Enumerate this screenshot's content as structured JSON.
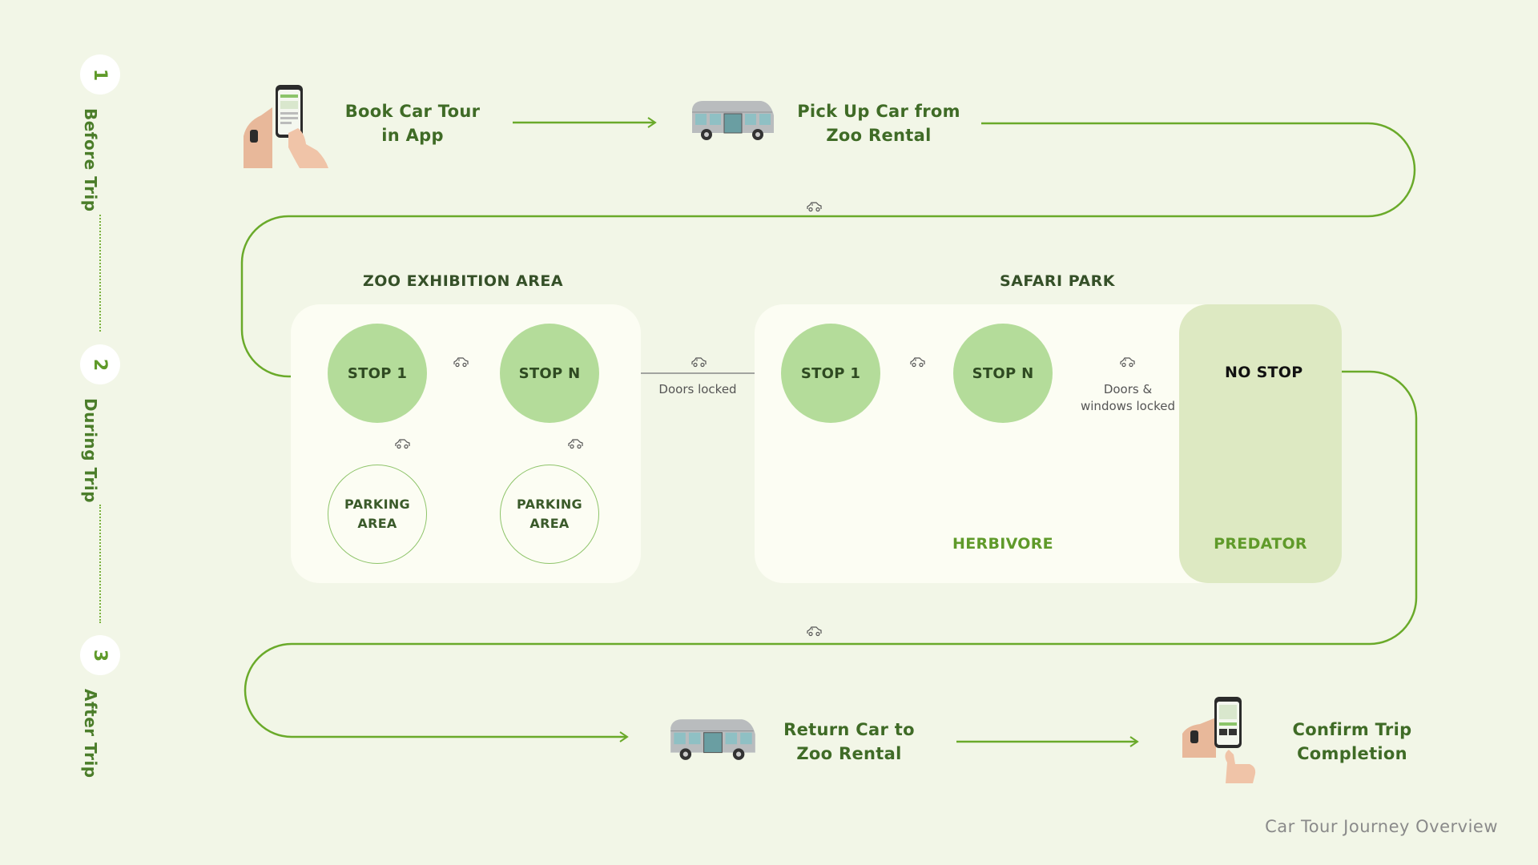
{
  "phases": [
    {
      "number": "1",
      "label": "Before Trip"
    },
    {
      "number": "2",
      "label": "During Trip"
    },
    {
      "number": "3",
      "label": "After Trip"
    }
  ],
  "steps": {
    "book": {
      "line1": "Book Car Tour",
      "line2": "in App"
    },
    "pickup": {
      "line1": "Pick Up Car from",
      "line2": "Zoo Rental"
    },
    "return": {
      "line1": "Return Car to",
      "line2": "Zoo Rental"
    },
    "confirm": {
      "line1": "Confirm Trip",
      "line2": "Completion"
    }
  },
  "zoo_area": {
    "title": "ZOO EXHIBITION AREA",
    "stop_first": "STOP 1",
    "stop_last": "STOP N",
    "parking_line1": "PARKING",
    "parking_line2": "AREA"
  },
  "safari": {
    "title": "SAFARI PARK",
    "stop_first": "STOP 1",
    "stop_last": "STOP N",
    "no_stop": "NO STOP",
    "herbivore": "HERBIVORE",
    "predator": "PREDATOR"
  },
  "notes": {
    "doors_locked": "Doors locked",
    "doors_windows_line1": "Doors &",
    "doors_windows_line2": "windows locked"
  },
  "icons": [
    "phone-in-hand-icon",
    "minibus-icon",
    "car-outline-icon",
    "up-down-arrows-icon",
    "thumbs-up-phone-icon"
  ],
  "caption": "Car Tour Journey Overview",
  "colors": {
    "background": "#f2f6e7",
    "route_line": "#6aaa2a",
    "stop_fill": "#b4dc9a",
    "panel_fill": "#fcfdf3",
    "predator_fill": "#dde9c2",
    "text_green": "#3f6b26"
  }
}
